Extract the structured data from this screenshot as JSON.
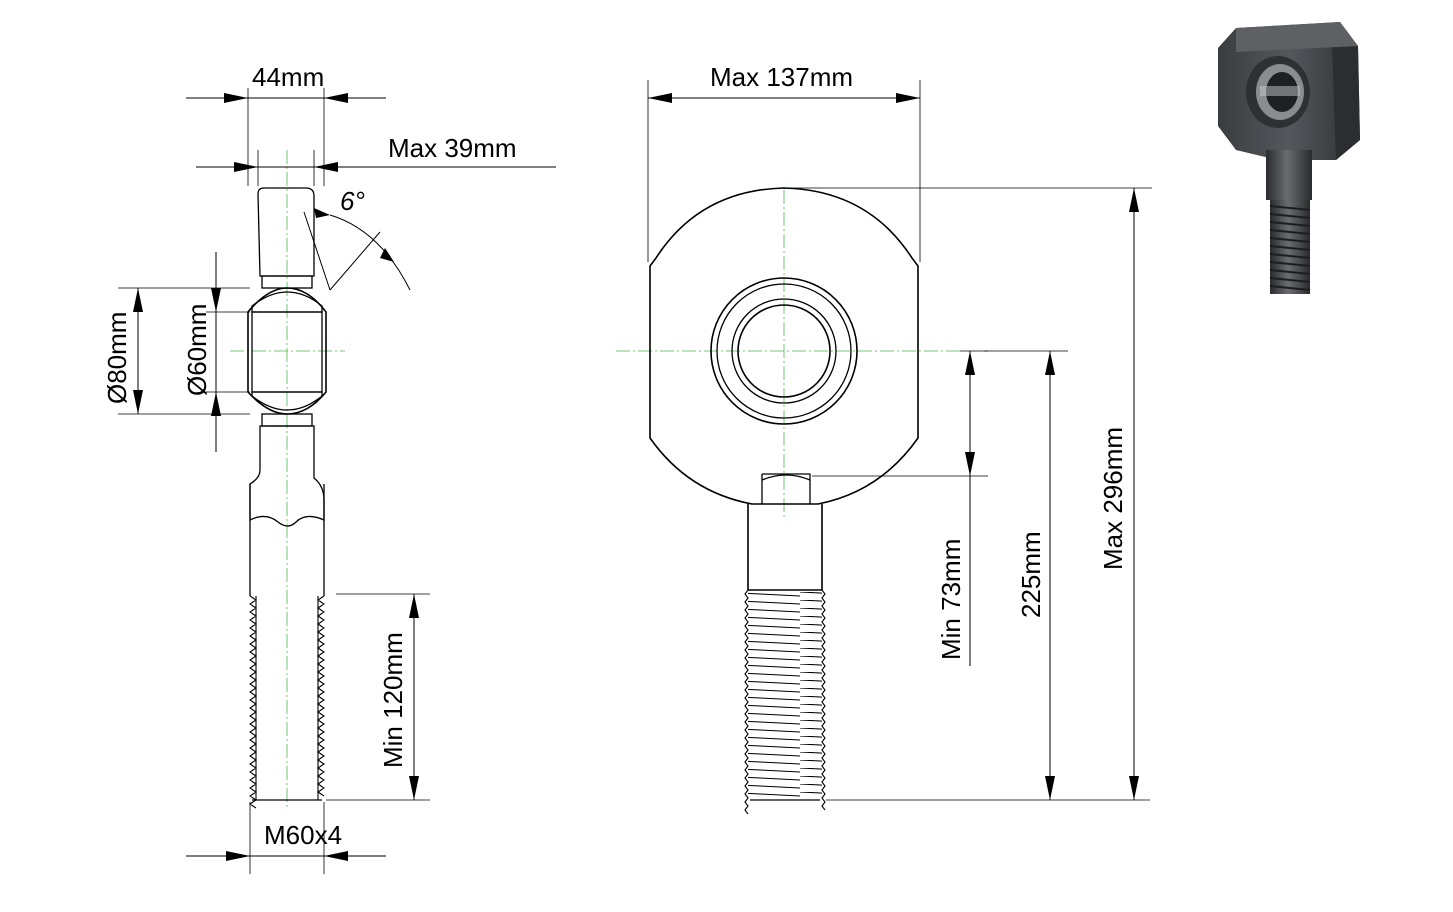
{
  "dimensions": {
    "side_width": "44mm",
    "side_ball_width": "Max 39mm",
    "tilt_angle": "6°",
    "outer_diameter": "Ø80mm",
    "bore_diameter": "Ø60mm",
    "thread_length": "Min 120mm",
    "thread_size": "M60x4",
    "front_width": "Max 137mm",
    "shank_length": "Min 73mm",
    "center_to_end": "225mm",
    "overall_length": "Max 296mm"
  },
  "colors": {
    "line": "#000000",
    "centerline": "#4fb84f",
    "render_body": "#4a4c50"
  }
}
